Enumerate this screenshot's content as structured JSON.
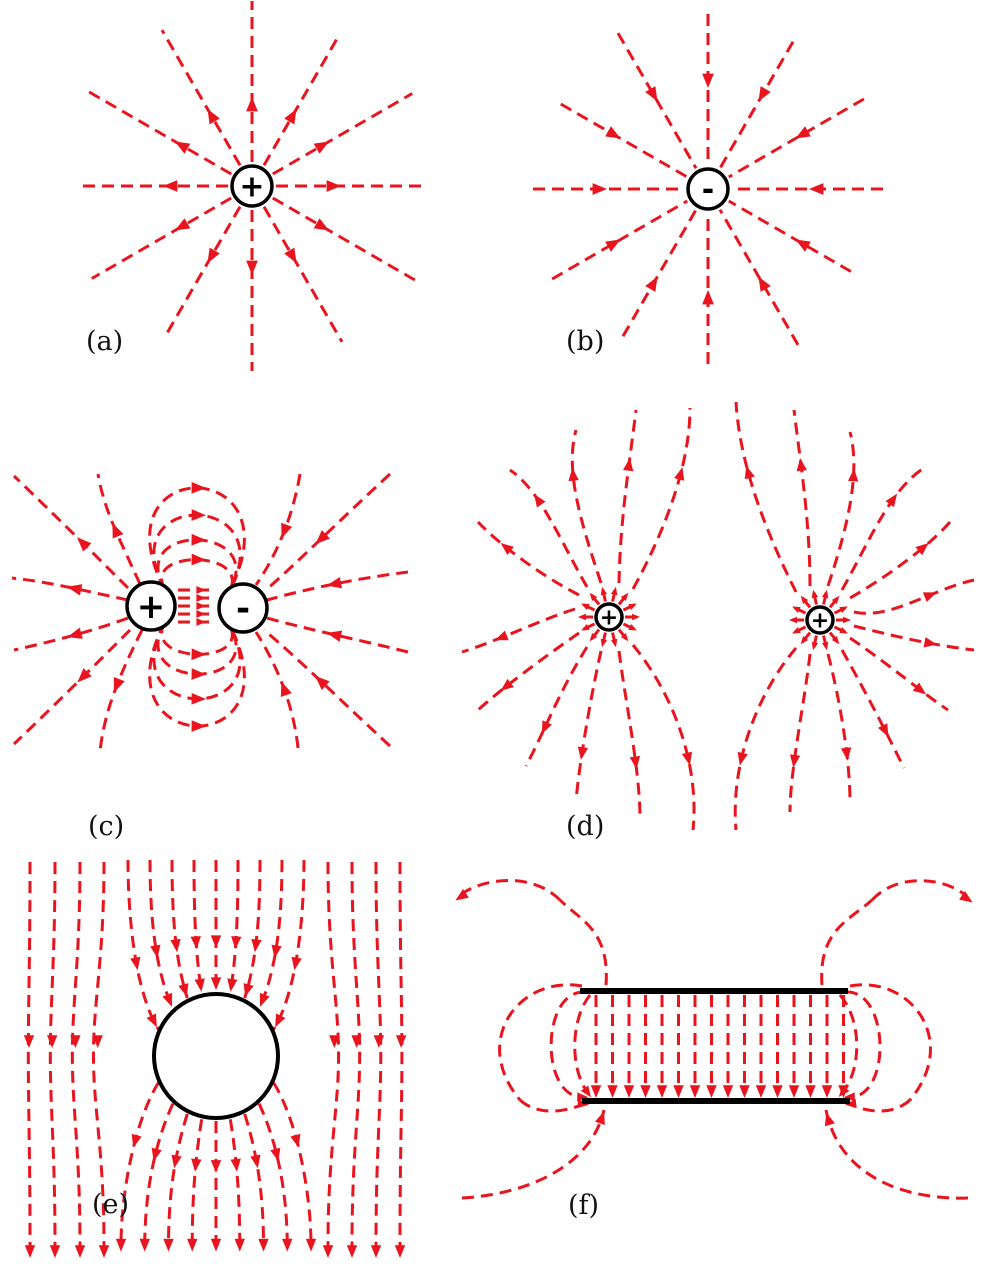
{
  "figure": {
    "field_color": "#e8141e",
    "outline_color": "#000000",
    "panels": [
      {
        "id": "a",
        "label": "(a)",
        "kind": "single-positive-charge",
        "charges": [
          {
            "symbol": "+"
          }
        ]
      },
      {
        "id": "b",
        "label": "(b)",
        "kind": "single-negative-charge",
        "charges": [
          {
            "symbol": "-"
          }
        ]
      },
      {
        "id": "c",
        "label": "(c)",
        "kind": "dipole",
        "charges": [
          {
            "symbol": "+"
          },
          {
            "symbol": "-"
          }
        ]
      },
      {
        "id": "d",
        "label": "(d)",
        "kind": "two-positive-charges",
        "charges": [
          {
            "symbol": "+"
          },
          {
            "symbol": "+"
          }
        ]
      },
      {
        "id": "e",
        "label": "(e)",
        "kind": "uniform-field-around-conducting-sphere",
        "charges": []
      },
      {
        "id": "f",
        "label": "(f)",
        "kind": "parallel-plate-capacitor",
        "charges": []
      }
    ]
  }
}
